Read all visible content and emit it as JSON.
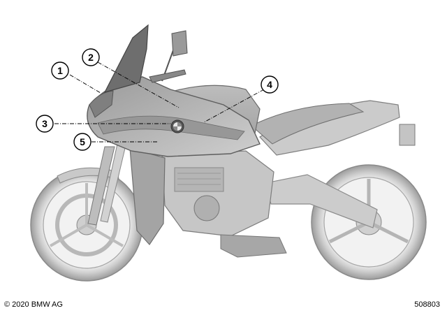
{
  "callouts": [
    {
      "number": "1"
    },
    {
      "number": "2"
    },
    {
      "number": "3"
    },
    {
      "number": "4"
    },
    {
      "number": "5"
    }
  ],
  "footer": {
    "copyright": "© 2020 BMW AG",
    "image_number": "508803"
  },
  "colors": {
    "fairing_dark": "#8c8c8c",
    "fairing_mid": "#b3b3b3",
    "body_light": "#d4d4d4",
    "line": "#555555",
    "callout_stroke": "#000000"
  }
}
